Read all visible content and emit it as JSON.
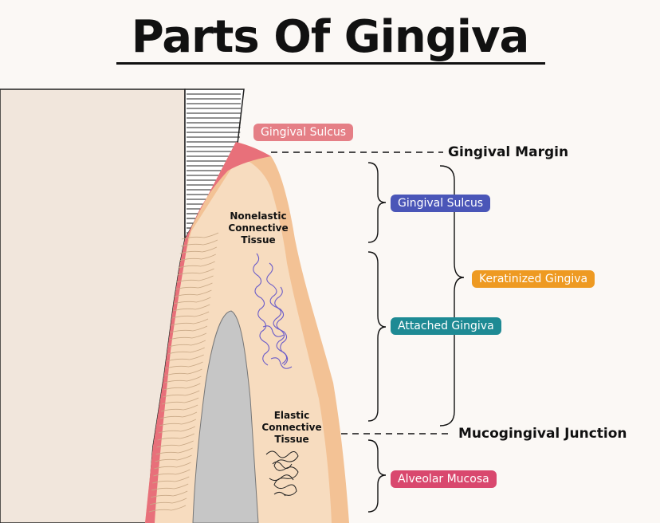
{
  "title": "Parts Of Gingiva",
  "labels": {
    "gingival_sulcus_top": "Gingival Sulcus",
    "gingival_margin": "Gingival Margin",
    "gingival_sulcus": "Gingival Sulcus",
    "keratinized_gingiva": "Keratinized Gingiva",
    "attached_gingiva": "Attached Gingiva",
    "mucogingival_junction": "Mucogingival Junction",
    "alveolar_mucosa": "Alveolar Mucosa",
    "nonelastic_tissue": [
      "Nonelastic",
      "Connective",
      "Tissue"
    ],
    "elastic_tissue": [
      "Elastic",
      "Connective",
      "Tissue"
    ]
  },
  "colors": {
    "pill_sulcus_top": "#e57f86",
    "pill_sulcus": "#4a56b8",
    "pill_keratinized": "#ee9a22",
    "pill_attached": "#1e8a94",
    "pill_alveolar": "#d9486e",
    "gingiva_fill": "#f7dcbf",
    "gingiva_edge": "#f3c295",
    "sulcular_epithelium": "#e8707a",
    "bone": "#c6c6c6",
    "tooth": "#f1e6dc"
  }
}
